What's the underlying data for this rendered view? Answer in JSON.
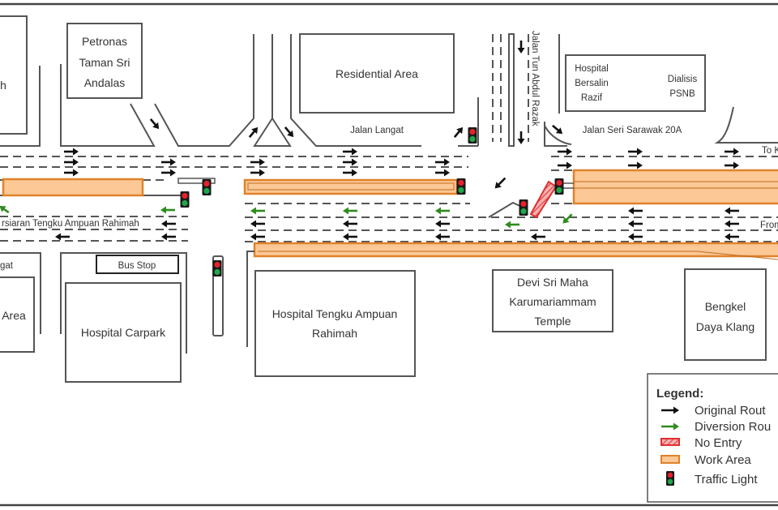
{
  "title": "Traffic Diversion Plan",
  "buildings": {
    "left_partial": "h",
    "petronas": [
      "Petronas",
      "Taman Sri",
      "Andalas"
    ],
    "residential_top": "Residential Area",
    "hospital_bersalin": [
      "Hospital",
      "Bersalin",
      "Razif"
    ],
    "dialisis": [
      "Dialisis",
      "PSNB"
    ],
    "residential_bottom_left": "Area",
    "bus_stop": "Bus Stop",
    "hospital_carpark": "Hospital Carpark",
    "hospital_tengku": [
      "Hospital Tengku Ampuan",
      "Rahimah"
    ],
    "temple": [
      "Devi Sri Maha",
      "Karumariammam",
      "Temple"
    ],
    "bengkel": [
      "Bengkel",
      "Daya Klang"
    ]
  },
  "roads": {
    "jalan_langat": "Jalan Langat",
    "jalan_langat_bottom": "gat",
    "jalan_tun_abdul_razak": "Jalan Tun Abdul Razak",
    "jalan_seri_sarawak": "Jalan Seri Sarawak 20A",
    "persiaran": "rsiaran Tengku Ampuan Rahimah",
    "to_label": "To K",
    "from_label": "From"
  },
  "colors": {
    "original_route": "#111111",
    "diversion_route": "#2e8b1e",
    "no_entry": "#e03030",
    "work_area_fill": "#fbc896",
    "work_area_stroke": "#e0822a",
    "light_red": "#e8202a",
    "light_green": "#1fa84a"
  },
  "legend": {
    "title": "Legend:",
    "items": [
      {
        "key": "original_route",
        "label": "Original Rout"
      },
      {
        "key": "diversion_route",
        "label": "Diversion Rou"
      },
      {
        "key": "no_entry",
        "label": "No Entry"
      },
      {
        "key": "work_area",
        "label": "Work Area"
      },
      {
        "key": "traffic_light",
        "label": "Traffic Light"
      }
    ]
  }
}
